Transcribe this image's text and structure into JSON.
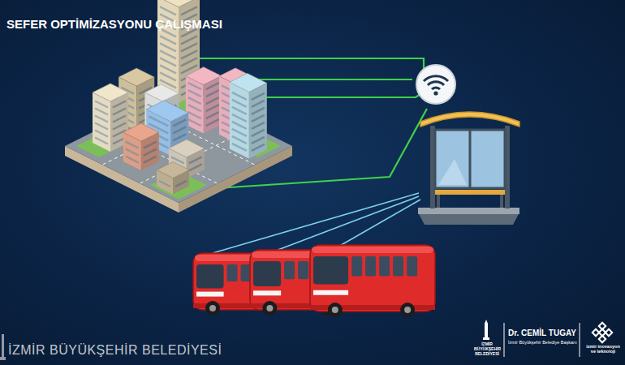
{
  "diagram": {
    "title": "SEFER OPTİMİZASYONU ÇALIŞMASI",
    "labels": [
      "İZMİR BÜYÜKŞEHİR BELEDİYESİ",
      "İZMİR BÜYÜKŞEHİR BELEDİYESİ",
      "Dr. CEMİL TUGAY",
      "İzmir Büyükşehir Belediye Başkanı",
      "izmir inovasyon ve teknoloji"
    ]
  }
}
